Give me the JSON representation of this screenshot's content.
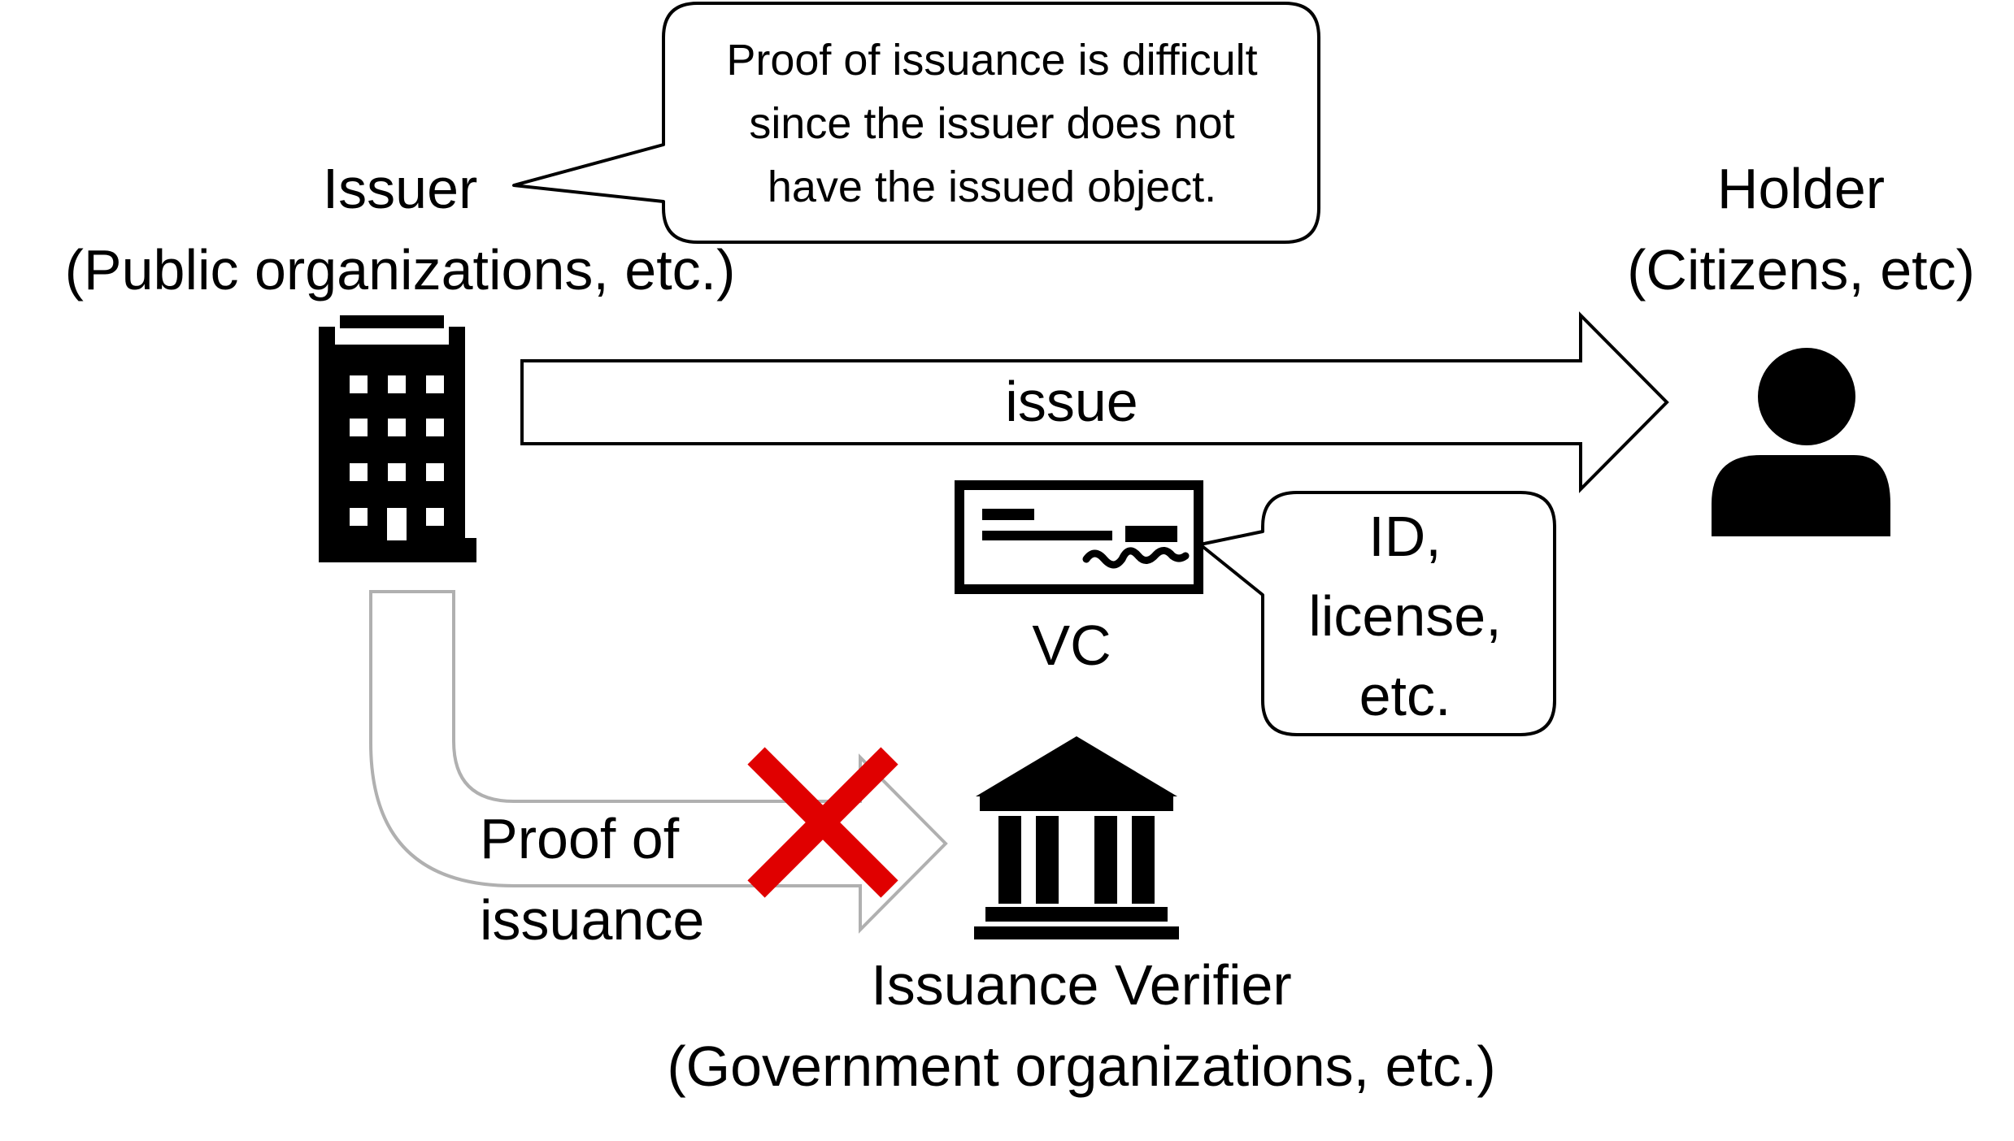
{
  "issuer": {
    "title": "Issuer",
    "subtitle": "(Public organizations, etc.)",
    "icon": "office-building-icon"
  },
  "holder": {
    "title": "Holder",
    "subtitle": "(Citizens, etc)",
    "icon": "person-icon"
  },
  "verifier": {
    "title": "Issuance Verifier",
    "subtitle": "(Government organizations, etc.)",
    "icon": "government-building-icon"
  },
  "issue_arrow": {
    "label": "issue"
  },
  "vc": {
    "label": "VC",
    "icon": "credential-card-icon"
  },
  "vc_callout": {
    "line1": "ID,",
    "line2": "license,",
    "line3": "etc."
  },
  "issuer_callout": {
    "line1": "Proof of issuance is difficult",
    "line2": "since the issuer does not",
    "line3": "have the issued object."
  },
  "proof_arrow": {
    "line1": "Proof of",
    "line2": "issuance",
    "status_icon": "cross-mark-icon"
  },
  "colors": {
    "cross": "#e00000",
    "proof_arrow_outline": "#b0b0b0",
    "stroke": "#000000"
  }
}
